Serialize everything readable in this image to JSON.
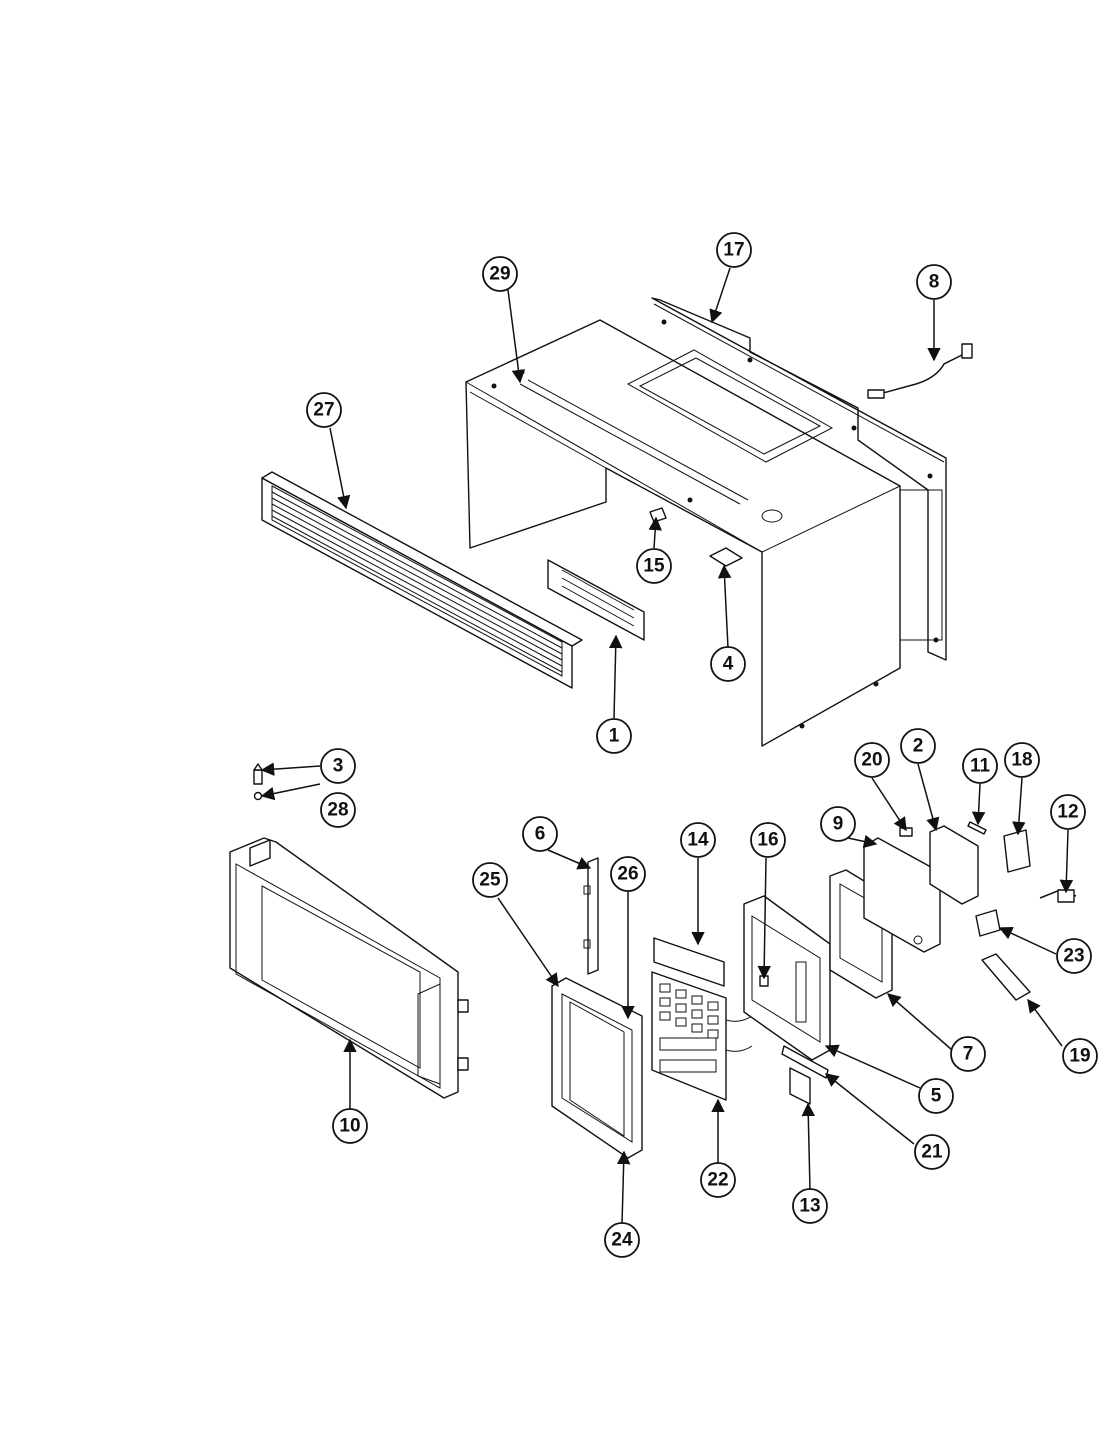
{
  "diagram": {
    "type": "exploded-parts-view",
    "callouts": [
      "29",
      "17",
      "8",
      "27",
      "15",
      "4",
      "1",
      "3",
      "28",
      "20",
      "2",
      "11",
      "18",
      "12",
      "9",
      "6",
      "14",
      "16",
      "25",
      "26",
      "10",
      "23",
      "19",
      "7",
      "5",
      "21",
      "22",
      "24",
      "13"
    ]
  }
}
